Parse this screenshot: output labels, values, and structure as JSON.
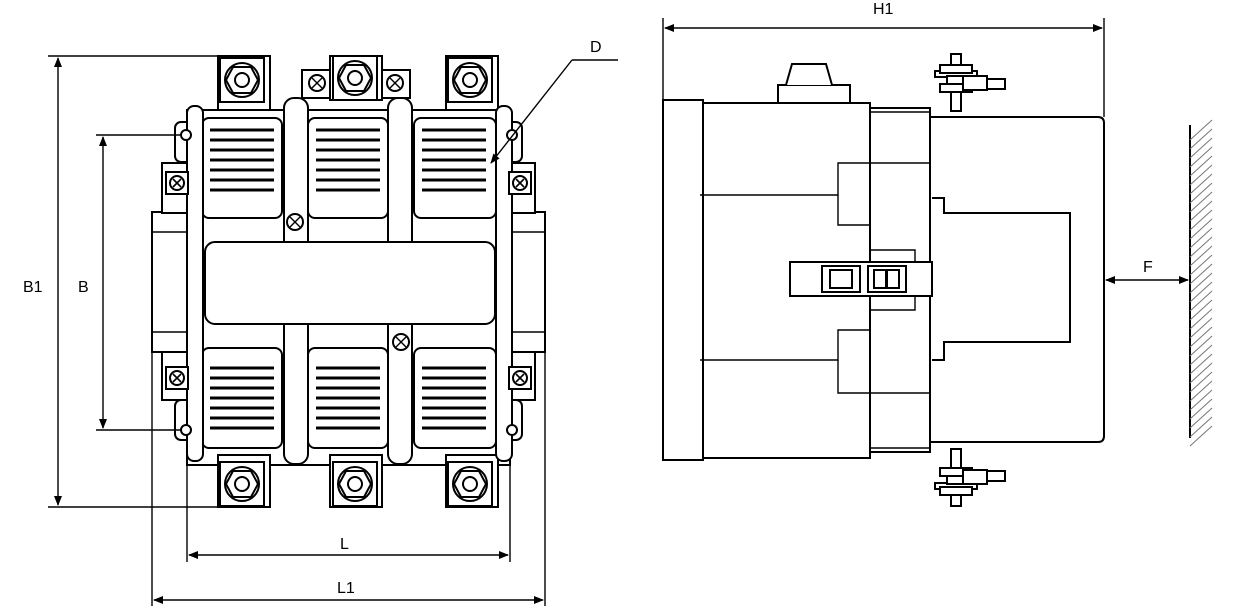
{
  "labels": {
    "D": "D",
    "H1": "H1",
    "B1": "B1",
    "B": "B",
    "F": "F",
    "L": "L",
    "L1": "L1"
  },
  "icons": {
    "terminal": "hex-nut-icon",
    "screw": "screw-icon",
    "wall": "wall-hatch-icon"
  },
  "colors": {
    "line": "#000000",
    "background": "#ffffff",
    "hatch": "#777777"
  }
}
